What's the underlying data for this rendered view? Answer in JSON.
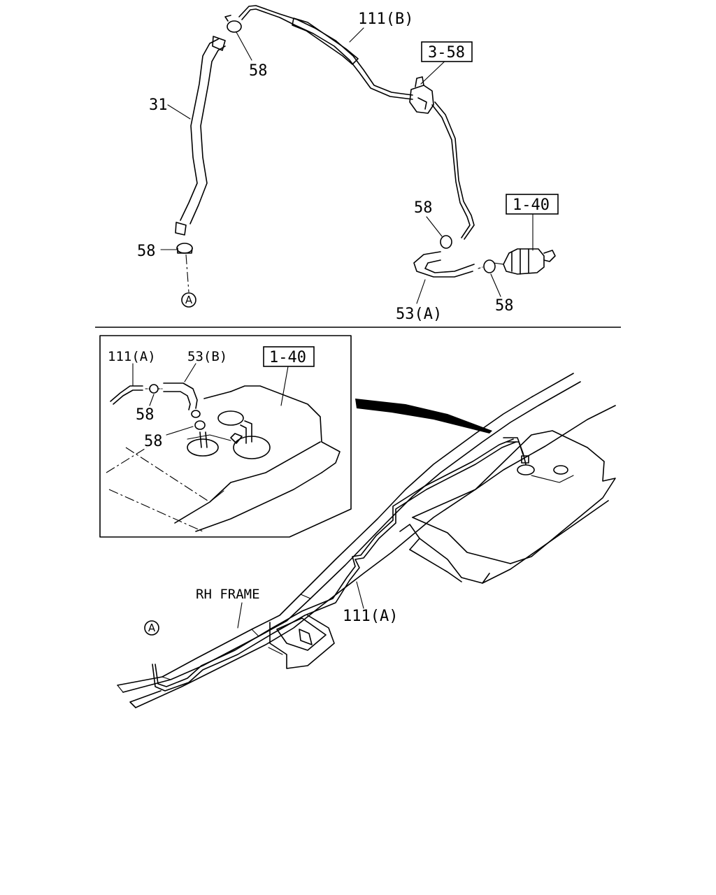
{
  "callouts": {
    "pipe_111b": "111(B)",
    "ref_3_58": "3-58",
    "clip_58_top": "58",
    "hose_31": "31",
    "clip_58_left": "58",
    "marker_a_top": "A",
    "clip_58_mid": "58",
    "ref_1_40_top": "1-40",
    "clip_58_right": "58",
    "hose_53a": "53(A)"
  },
  "inset": {
    "pipe_111a": "111(A)",
    "hose_53b": "53(B)",
    "ref_1_40": "1-40",
    "clip_58_a": "58",
    "clip_58_b": "58"
  },
  "lower": {
    "rh_frame": "RH FRAME",
    "pipe_111a": "111(A)",
    "marker_a": "A"
  }
}
